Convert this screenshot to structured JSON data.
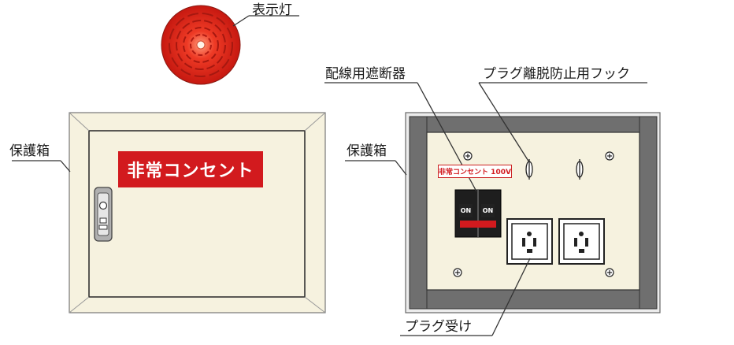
{
  "labels": {
    "indicator_lamp": "表示灯",
    "protective_box_left": "保護箱",
    "protective_box_right": "保護箱",
    "wiring_breaker": "配線用遮断器",
    "plug_hook": "プラグ離脱防止用フック",
    "receptacle": "プラグ受け"
  },
  "panel": {
    "sign_text": "非常コンセント",
    "outlet_tag": "非常コンセント 100V",
    "breaker_switches": [
      "ON",
      "ON"
    ]
  },
  "colors": {
    "cabinet_fill": "#f6f2df",
    "sign_red": "#d21a1e",
    "frame_gray": "#6f6f6f",
    "lamp_red": "#e3261c"
  }
}
